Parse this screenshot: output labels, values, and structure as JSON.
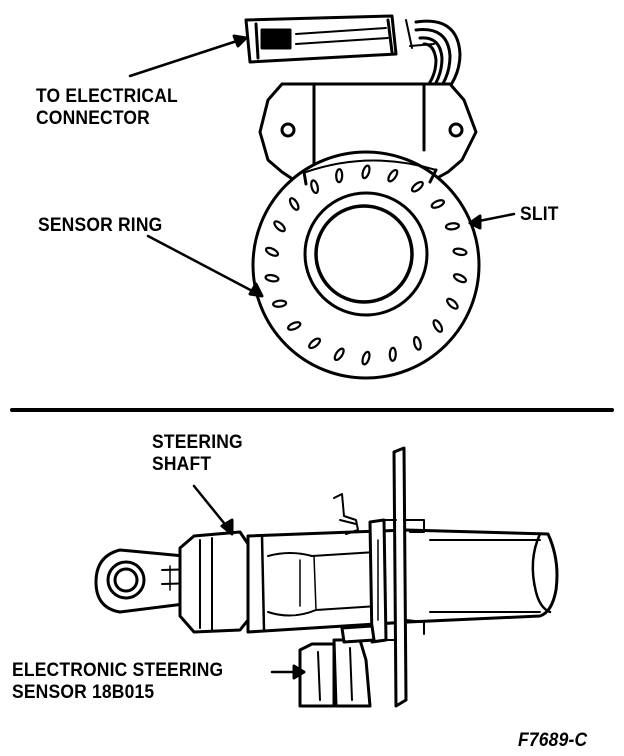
{
  "labels": {
    "to_connector": [
      "TO ELECTRICAL",
      "CONNECTOR"
    ],
    "sensor_ring": "SENSOR RING",
    "slit": "SLIT",
    "steering_shaft": [
      "STEERING",
      "SHAFT"
    ],
    "steering_sensor": [
      "ELECTRONIC STEERING",
      "SENSOR 18B015"
    ]
  },
  "figure_id": "F7689-C",
  "colors": {
    "ink": "#000000",
    "paper": "#ffffff"
  }
}
